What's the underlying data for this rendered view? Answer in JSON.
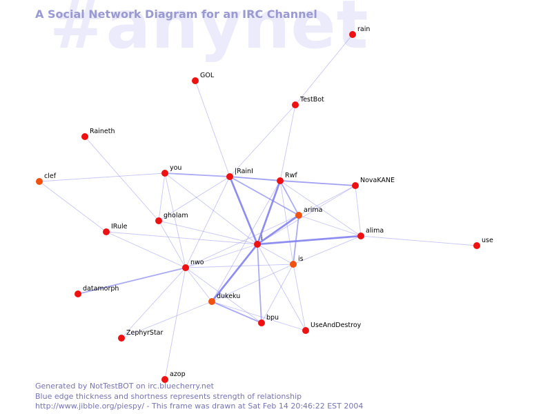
{
  "header": {
    "title": "A Social Network Diagram for an IRC Channel",
    "channel_watermark": "#anynet"
  },
  "footer": {
    "line1": "Generated by NotTestBOT on irc.bluecherry.net",
    "line2": "Blue edge thickness and shortness represents strength of relationship",
    "line3": "http://www.jibble.org/piespy/ - This frame was drawn at Sat Feb 14 20:46:22 EST 2004"
  },
  "colors": {
    "edge": "#8080f0",
    "node": "#ee1111",
    "node_alt": "#f05010",
    "title": "#9a9ad2",
    "watermark": "#ebebfb",
    "footer": "#7474b4"
  },
  "nodes": [
    {
      "id": "rain",
      "label": "rain"
    },
    {
      "id": "GOL",
      "label": "GOL"
    },
    {
      "id": "TestBot",
      "label": "TestBot"
    },
    {
      "id": "Raineth",
      "label": "Raineth"
    },
    {
      "id": "you",
      "label": "you"
    },
    {
      "id": "IRainI",
      "label": "|RainI"
    },
    {
      "id": "Rwf",
      "label": "Rwf"
    },
    {
      "id": "clef",
      "label": "clef"
    },
    {
      "id": "NovaKANE",
      "label": "NovaKANE"
    },
    {
      "id": "gholam",
      "label": "gholam"
    },
    {
      "id": "arima",
      "label": "arima"
    },
    {
      "id": "IRule",
      "label": "IRule"
    },
    {
      "id": "alima",
      "label": "alima"
    },
    {
      "id": "i",
      "label": "i"
    },
    {
      "id": "use",
      "label": "use"
    },
    {
      "id": "nwo",
      "label": "nwo"
    },
    {
      "id": "is",
      "label": "is"
    },
    {
      "id": "datamorph",
      "label": "datamorph"
    },
    {
      "id": "dukeku",
      "label": "dukeku"
    },
    {
      "id": "bpu",
      "label": "bpu"
    },
    {
      "id": "UseAndDestroy",
      "label": "UseAndDestroy"
    },
    {
      "id": "ZephyrStar",
      "label": "ZephyrStar"
    },
    {
      "id": "azop",
      "label": "azop"
    }
  ],
  "edges": [
    {
      "source": "rain",
      "target": "TestBot",
      "weight": 1
    },
    {
      "source": "GOL",
      "target": "IRainI",
      "weight": 1
    },
    {
      "source": "TestBot",
      "target": "IRainI",
      "weight": 1
    },
    {
      "source": "TestBot",
      "target": "Rwf",
      "weight": 1
    },
    {
      "source": "Raineth",
      "target": "gholam",
      "weight": 1
    },
    {
      "source": "clef",
      "target": "you",
      "weight": 1
    },
    {
      "source": "clef",
      "target": "IRule",
      "weight": 1
    },
    {
      "source": "you",
      "target": "IRainI",
      "weight": 2
    },
    {
      "source": "you",
      "target": "gholam",
      "weight": 1
    },
    {
      "source": "you",
      "target": "nwo",
      "weight": 1
    },
    {
      "source": "you",
      "target": "i",
      "weight": 1
    },
    {
      "source": "IRainI",
      "target": "Rwf",
      "weight": 2
    },
    {
      "source": "IRainI",
      "target": "i",
      "weight": 3
    },
    {
      "source": "IRainI",
      "target": "arima",
      "weight": 2
    },
    {
      "source": "IRainI",
      "target": "gholam",
      "weight": 1
    },
    {
      "source": "IRainI",
      "target": "nwo",
      "weight": 1
    },
    {
      "source": "Rwf",
      "target": "NovaKANE",
      "weight": 2
    },
    {
      "source": "Rwf",
      "target": "arima",
      "weight": 2
    },
    {
      "source": "Rwf",
      "target": "i",
      "weight": 3
    },
    {
      "source": "Rwf",
      "target": "is",
      "weight": 1
    },
    {
      "source": "Rwf",
      "target": "alima",
      "weight": 1
    },
    {
      "source": "Rwf",
      "target": "dukeku",
      "weight": 1
    },
    {
      "source": "IRainI",
      "target": "NovaKANE",
      "weight": 1
    },
    {
      "source": "NovaKANE",
      "target": "alima",
      "weight": 1
    },
    {
      "source": "NovaKANE",
      "target": "arima",
      "weight": 1
    },
    {
      "source": "NovaKANE",
      "target": "i",
      "weight": 1
    },
    {
      "source": "gholam",
      "target": "i",
      "weight": 1
    },
    {
      "source": "gholam",
      "target": "nwo",
      "weight": 1
    },
    {
      "source": "arima",
      "target": "i",
      "weight": 3
    },
    {
      "source": "arima",
      "target": "is",
      "weight": 2
    },
    {
      "source": "arima",
      "target": "alima",
      "weight": 1
    },
    {
      "source": "arima",
      "target": "nwo",
      "weight": 1
    },
    {
      "source": "IRule",
      "target": "nwo",
      "weight": 1
    },
    {
      "source": "IRule",
      "target": "i",
      "weight": 1
    },
    {
      "source": "alima",
      "target": "i",
      "weight": 3
    },
    {
      "source": "alima",
      "target": "is",
      "weight": 1
    },
    {
      "source": "alima",
      "target": "use",
      "weight": 1
    },
    {
      "source": "i",
      "target": "nwo",
      "weight": 1
    },
    {
      "source": "i",
      "target": "dukeku",
      "weight": 3
    },
    {
      "source": "i",
      "target": "bpu",
      "weight": 2
    },
    {
      "source": "i",
      "target": "UseAndDestroy",
      "weight": 1
    },
    {
      "source": "i",
      "target": "is",
      "weight": 1
    },
    {
      "source": "nwo",
      "target": "is",
      "weight": 1
    },
    {
      "source": "nwo",
      "target": "datamorph",
      "weight": 2
    },
    {
      "source": "nwo",
      "target": "dukeku",
      "weight": 1
    },
    {
      "source": "nwo",
      "target": "bpu",
      "weight": 1
    },
    {
      "source": "nwo",
      "target": "ZephyrStar",
      "weight": 1
    },
    {
      "source": "nwo",
      "target": "azop",
      "weight": 1
    },
    {
      "source": "is",
      "target": "dukeku",
      "weight": 1
    },
    {
      "source": "is",
      "target": "bpu",
      "weight": 1
    },
    {
      "source": "is",
      "target": "UseAndDestroy",
      "weight": 1
    },
    {
      "source": "dukeku",
      "target": "bpu",
      "weight": 2
    },
    {
      "source": "dukeku",
      "target": "UseAndDestroy",
      "weight": 1
    },
    {
      "source": "dukeku",
      "target": "ZephyrStar",
      "weight": 1
    }
  ]
}
